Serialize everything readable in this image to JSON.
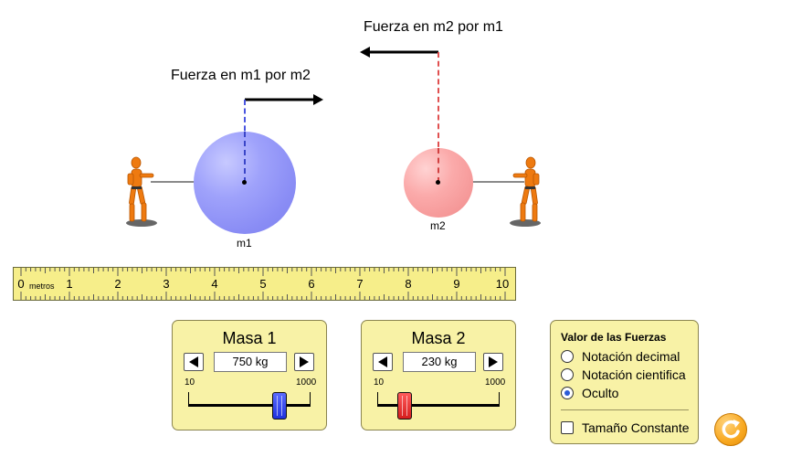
{
  "forces": {
    "on_m1_label": "Fuerza en m1 por m2",
    "on_m2_label": "Fuerza en m2 por m1"
  },
  "masses": {
    "m1_label": "m1",
    "m2_label": "m2"
  },
  "ruler": {
    "unit_label": "metros",
    "ticks": [
      "0",
      "1",
      "2",
      "3",
      "4",
      "5",
      "6",
      "7",
      "8",
      "9",
      "10"
    ]
  },
  "mass1_panel": {
    "title": "Masa 1",
    "value": "750 kg",
    "min_label": "10",
    "max_label": "1000",
    "slider_value": 750,
    "color": "#2233dd"
  },
  "mass2_panel": {
    "title": "Masa 2",
    "value": "230 kg",
    "min_label": "10",
    "max_label": "1000",
    "slider_value": 230,
    "color": "#dd2222"
  },
  "forces_panel": {
    "title": "Valor de las Fuerzas",
    "options": [
      {
        "label": "Notación decimal",
        "selected": false
      },
      {
        "label": "Notación cientifica",
        "selected": false
      },
      {
        "label": "Oculto",
        "selected": true
      }
    ],
    "constant_size_label": "Tamaño Constante",
    "constant_size_checked": false
  },
  "icons": {
    "left_arrow": "left-arrow-icon",
    "right_arrow": "right-arrow-icon",
    "reset": "reset-icon",
    "person": "mannequin-icon"
  }
}
